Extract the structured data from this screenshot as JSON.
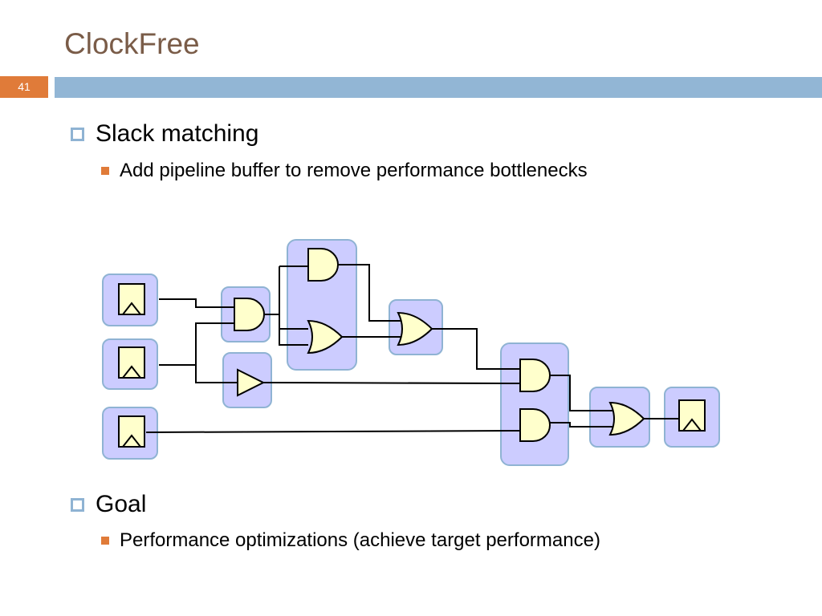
{
  "slide": {
    "title": "ClockFree",
    "number": "41",
    "bullets": [
      {
        "text": "Slack matching",
        "sub": "Add pipeline buffer to remove performance bottlenecks"
      },
      {
        "text": "Goal",
        "sub": "Performance optimizations (achieve target performance)"
      }
    ]
  },
  "colors": {
    "accent": "#e07b39",
    "bar": "#92b6d5",
    "title": "#7a5c48",
    "group_fill": "#ccccff",
    "group_stroke": "#8fb3d3",
    "gate_fill": "#ffffcc"
  },
  "diagram": {
    "registers": [
      "input-register-1",
      "input-register-2",
      "input-register-3",
      "output-register"
    ],
    "gates": [
      "and-gate",
      "and-gate",
      "or-gate",
      "or-gate",
      "buffer",
      "and-gate",
      "and-gate",
      "or-gate"
    ]
  }
}
